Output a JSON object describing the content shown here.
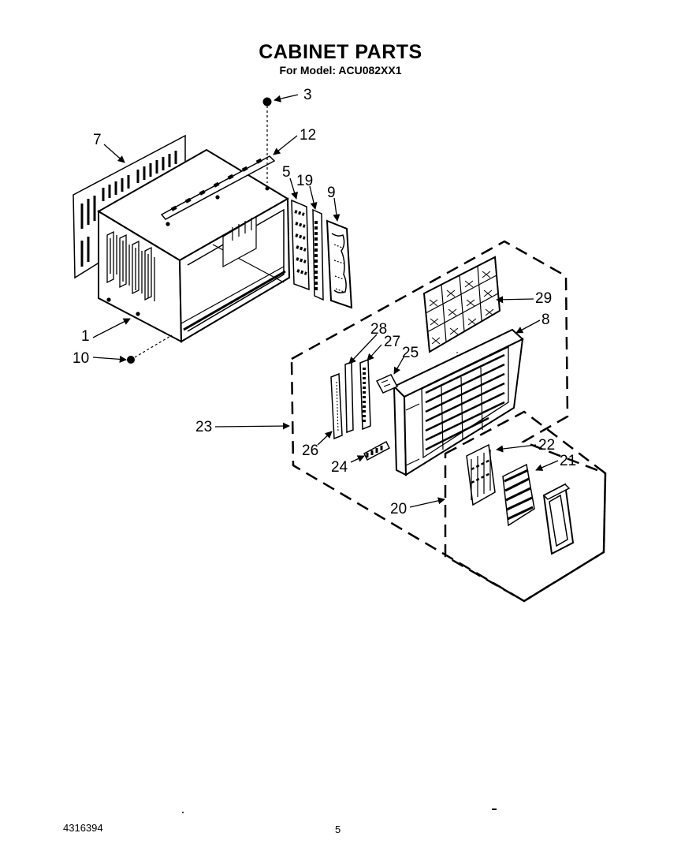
{
  "header": {
    "title": "CABINET PARTS",
    "subtitle": "For Model: ACU082XX1"
  },
  "callouts": [
    "3",
    "12",
    "7",
    "5",
    "19",
    "9",
    "1",
    "10",
    "29",
    "8",
    "28",
    "27",
    "25",
    "23",
    "26",
    "24",
    "22",
    "21",
    "20"
  ],
  "footer": {
    "doc_number": "4316394",
    "page_number": "5"
  }
}
